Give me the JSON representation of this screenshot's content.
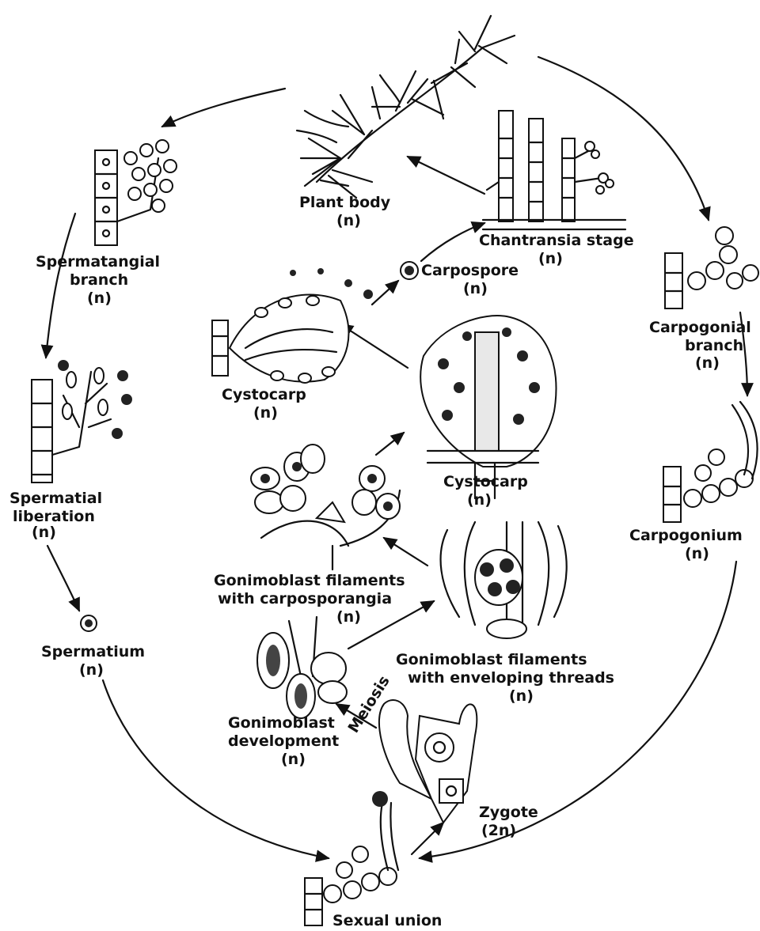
{
  "stages": {
    "plant_body": {
      "name": "Plant body",
      "ploidy": "(n)"
    },
    "chantransia": {
      "name": "Chantransia stage",
      "ploidy": "(n)"
    },
    "carpogonial_branch": {
      "line1": "Carpogonial",
      "line2": "branch",
      "ploidy": "(n)"
    },
    "carpogonium": {
      "name": "Carpogonium",
      "ploidy": "(n)"
    },
    "sexual_union": {
      "name": "Sexual union"
    },
    "zygote": {
      "name": "Zygote",
      "ploidy": "(2n)"
    },
    "meiosis": {
      "name": "Meiosis"
    },
    "gonimoblast_development": {
      "line1": "Gonimoblast",
      "line2": "development",
      "ploidy": "(n)"
    },
    "gonimoblast_enveloping": {
      "line1": "Gonimoblast filaments",
      "line2": "with enveloping threads",
      "ploidy": "(n)"
    },
    "gonimoblast_carposporangia": {
      "line1": "Gonimoblast filaments",
      "line2": "with carposporangia",
      "ploidy": "(n)"
    },
    "cystocarp_right": {
      "name": "Cystocarp",
      "ploidy": "(n)"
    },
    "cystocarp_left": {
      "name": "Cystocarp",
      "ploidy": "(n)"
    },
    "carpospore": {
      "name": "Carpospore",
      "ploidy": "(n)"
    },
    "spermatangial_branch": {
      "line1": "Spermatangial",
      "line2": "branch",
      "ploidy": "(n)"
    },
    "spermatial_liberation": {
      "line1": "Spermatial",
      "line2": "liberation",
      "ploidy": "(n)"
    },
    "spermatium": {
      "name": "Spermatium",
      "ploidy": "(n)"
    }
  },
  "colors": {
    "ink": "#111111",
    "background": "#ffffff"
  }
}
